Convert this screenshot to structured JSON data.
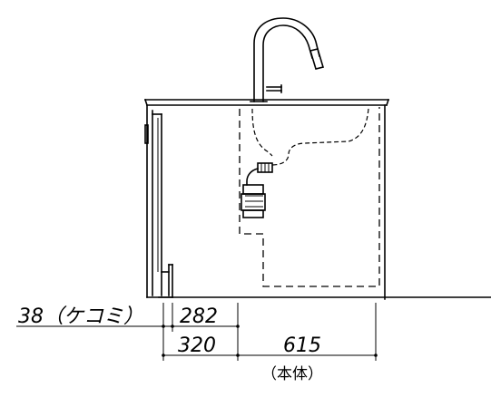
{
  "dimensions": {
    "kickplate_label": "38（ケコミ）",
    "gap_value": "282",
    "front_value": "320",
    "body_value": "615",
    "body_note": "（本体）"
  }
}
